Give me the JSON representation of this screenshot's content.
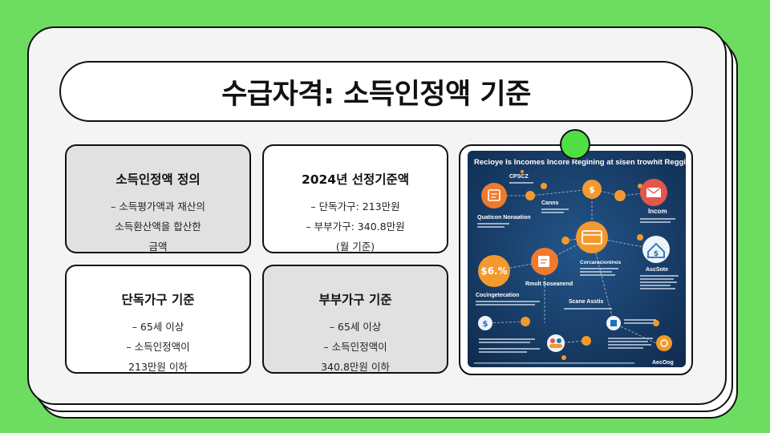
{
  "title": "수급자격: 소득인정액 기준",
  "colors": {
    "background": "#6ddd62",
    "pin": "#4fdf45",
    "card_grey": "#e1e1e1",
    "card_white": "#ffffff",
    "infographic_bg": "#16365e"
  },
  "cards": [
    {
      "title": "소득인정액 정의",
      "lines": [
        "– 소득평가액과 재산의",
        "소득환산액을 합산한",
        "금액"
      ]
    },
    {
      "title": "2024년 선정기준액",
      "lines": [
        "– 단독가구: 213만원",
        "– 부부가구: 340.8만원",
        "(월 기준)"
      ]
    },
    {
      "title": "단독가구 기준",
      "lines": [
        "– 65세 이상",
        "– 소득인정액이",
        "213만원 이하"
      ]
    },
    {
      "title": "부부가구 기준",
      "lines": [
        "– 65세 이상",
        "– 소득인정액이",
        "340.8만원 이하"
      ]
    }
  ],
  "infographic": {
    "heading": "Recioye Is Incomes Incore Regining at sisen trowhit Reggination",
    "labels": {
      "cpscz": "CPSCZ",
      "canns": "Canns",
      "incom": "Incom",
      "quaction": "Quaticon Nonaation",
      "big_value": "$6.%",
      "contribution": "Corcaracioninos",
      "assets": "AscSote",
      "recollection": "Cocingetecation",
      "ramolt": "Rmolt Soseanend",
      "scene": "Scane Asstis",
      "logo": "AecOog"
    },
    "icons": [
      "document-icon",
      "mail-icon",
      "house-dollar-icon",
      "wallet-icon",
      "dollar-icon",
      "people-icon"
    ]
  }
}
